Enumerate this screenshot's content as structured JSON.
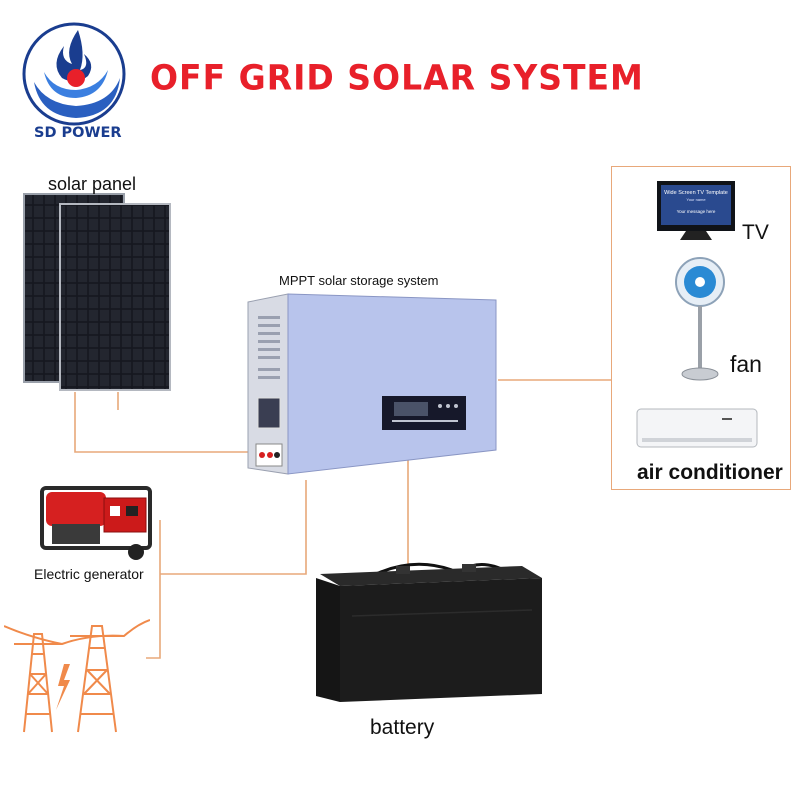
{
  "header": {
    "title": "OFF GRID SOLAR SYSTEM",
    "brand": "SD POWER",
    "title_color": "#e8202a",
    "brand_color": "#1a3d8f"
  },
  "labels": {
    "solar_panel": "solar panel",
    "mppt": "MPPT solar storage system",
    "tv": "TV",
    "fan": "fan",
    "air_conditioner": "air conditioner",
    "generator": "Electric generator",
    "battery": "battery"
  },
  "tv_screen": {
    "line1": "Wide Screen TV Template",
    "line2": "Your name",
    "line3": "Your message here"
  },
  "colors": {
    "connector": "#e8a87a",
    "inverter_body": "#b8c4ec",
    "generator_red": "#d62020",
    "battery_body": "#1c1c1c",
    "pylon": "#f08a4b"
  }
}
